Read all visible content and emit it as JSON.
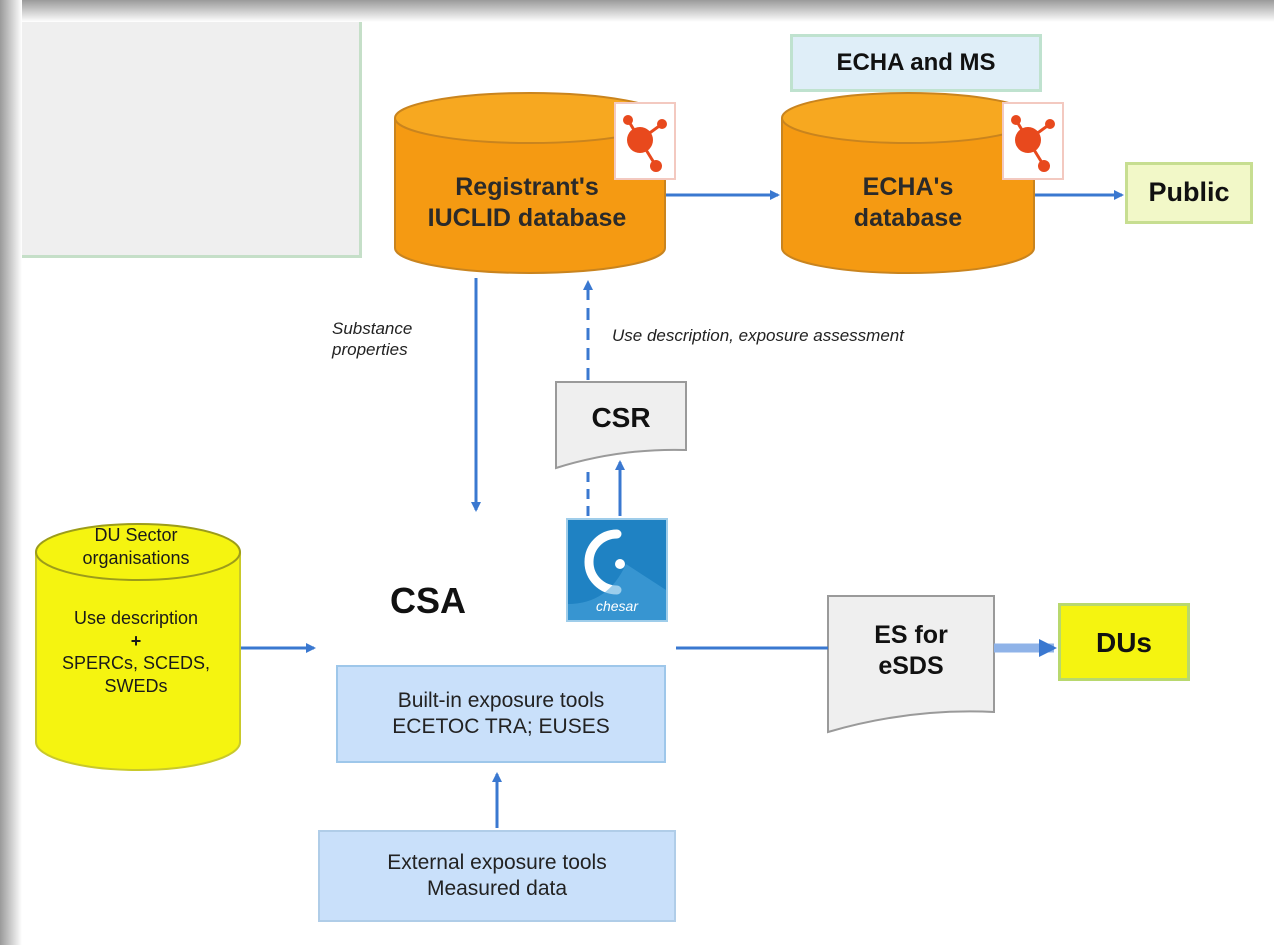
{
  "nodes": {
    "echa_ms": "ECHA and MS",
    "registrant_db": [
      "Registrant's",
      "IUCLID database"
    ],
    "echa_db": [
      "ECHA's",
      "database"
    ],
    "public": "Public",
    "csr": "CSR",
    "csa": "CSA",
    "built_in_tools": [
      "Built-in exposure tools",
      "ECETOC TRA; EUSES"
    ],
    "external_tools": [
      "External exposure tools",
      "Measured data"
    ],
    "du_sector": {
      "header": [
        "DU Sector",
        "organisations"
      ],
      "body": [
        "Use description",
        "+",
        "SPERCs, SCEDS,",
        "SWEDs"
      ]
    },
    "es_esds": [
      "ES for",
      "eSDS"
    ],
    "dus": "DUs",
    "chesar_logo": "chesar"
  },
  "edges": {
    "substance_properties": [
      "Substance",
      "properties"
    ],
    "use_description": "Use description, exposure assessment"
  },
  "colors": {
    "orange_db": "#f59a12",
    "yellow_db": "#f5f410",
    "blue_box": "#c9e0fa",
    "arrow": "#3a78d0",
    "grey_box": "#efefef"
  }
}
